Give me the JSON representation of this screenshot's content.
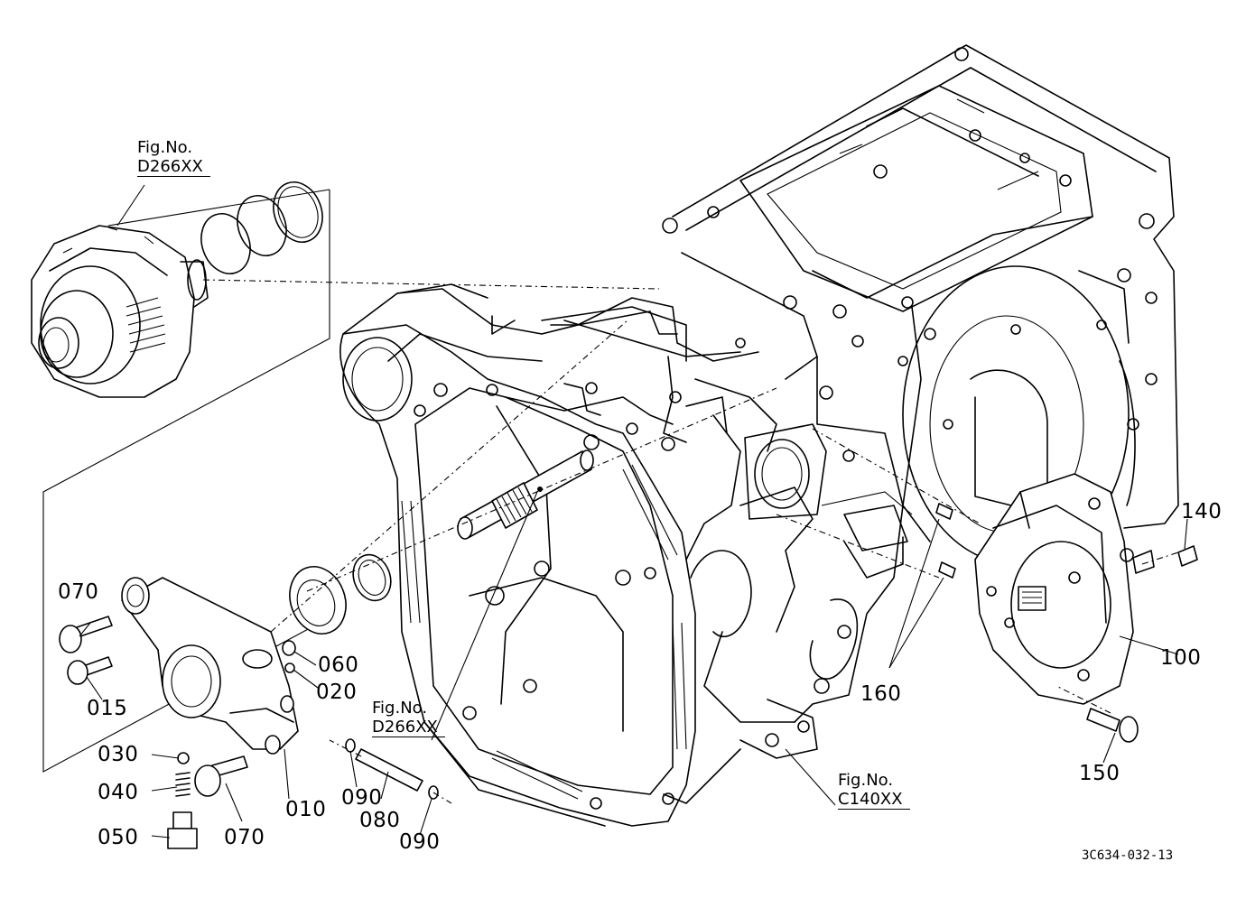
{
  "figure_refs": [
    {
      "line1": "Fig.No.",
      "code": "D266XX"
    },
    {
      "line1": "Fig.No.",
      "code": "D266XX"
    },
    {
      "line1": "Fig.No.",
      "code": "C140XX"
    }
  ],
  "parts": [
    "010",
    "015",
    "020",
    "030",
    "040",
    "050",
    "060",
    "070",
    "070",
    "080",
    "090",
    "090",
    "100",
    "140",
    "150",
    "160"
  ],
  "document_id": "3C634-032-13"
}
